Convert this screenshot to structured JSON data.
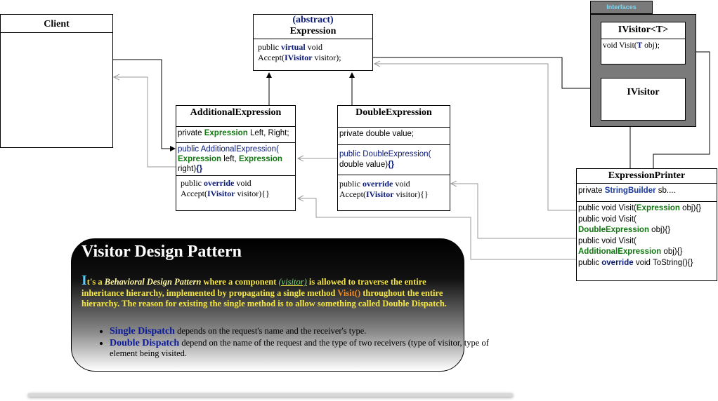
{
  "client": {
    "title": "Client"
  },
  "expression": {
    "title_line1": "(abstract)",
    "title_line2": "Expression",
    "m_public": "public",
    "m_virtual": "virtual",
    "m_void": "void",
    "m_accept": "Accept(",
    "m_ivisitor": "IVisitor",
    "m_visitor": "visitor);"
  },
  "interfaces": {
    "tab": "Interfaces",
    "ivisitor_t": {
      "title": "IVisitor<T>",
      "m_void": "void Visit(",
      "m_t": "T",
      "m_obj": "obj);"
    },
    "ivisitor": {
      "title": "IVisitor"
    }
  },
  "additional": {
    "title": "AdditionalExpression",
    "field_pre": "private",
    "field_type": "Expression",
    "field_post": "Left, Right;",
    "ctor_public": "public AdditionalExpression(",
    "ctor_type1": "Expression",
    "ctor_left": "left,",
    "ctor_type2": "Expression",
    "ctor_right": "right)",
    "ctor_braces": "{}",
    "acc_public": "public",
    "acc_override": "override",
    "acc_void": "void",
    "acc_accept": "Accept(",
    "acc_ivisitor": "IVisitor",
    "acc_visitor": "visitor){}"
  },
  "double": {
    "title": "DoubleExpression",
    "field": "private double value;",
    "ctor_public": "public DoubleExpression(",
    "ctor_arg": "double value)",
    "ctor_braces": "{}",
    "acc_public": "public",
    "acc_override": "override",
    "acc_void": "void",
    "acc_accept": "Accept(",
    "acc_ivisitor": "IVisitor",
    "acc_visitor": "visitor){}"
  },
  "printer": {
    "title": "ExpressionPrinter",
    "field_pre": "private",
    "field_type": "StringBuilder",
    "field_post": "sb....",
    "v1_pre": "public void Visit(",
    "v1_type": "Expression",
    "v1_post": "obj){}",
    "v2_line1": "public void Visit(",
    "v2_type": "DoubleExpression",
    "v2_post": "obj){}",
    "v3_line1": "public void Visit(",
    "v3_type": "AdditionalExpression",
    "v3_post": "obj){}",
    "ts_public": "public",
    "ts_override": "override",
    "ts_rest": "void ToString(){}"
  },
  "pattern": {
    "heading": "Visitor Design Pattern",
    "p_initial": "I",
    "p_a": "t's a",
    "p_behavioral": "Behavioral Design Pattern",
    "p_b": "where a component",
    "p_visitor": "(visitor)",
    "p_c": "is allowed to traverse the entire inheritance hierarchy, implemented by propagating a single method",
    "p_visit": "Visit()",
    "p_d": "throughout the entire hierarchy.  The reason for existing the single method is to allow something called Double Dispatch.",
    "b1_term": "Single Dispatch",
    "b1_text": "depends on the request's name and the receiver's type.",
    "b2_term": "Double Dispatch",
    "b2_text": "depend on the name of the request and the type of two receivers (type of visitor, type of element being visited."
  },
  "colors": {
    "keyword": "#0a1a7a",
    "type": "#117711",
    "accent_yellow": "#f5e642",
    "accent_orange": "#f28c28",
    "interfaces_bg": "#7a7a7a",
    "interfaces_tab_text": "#7fd4f0"
  }
}
